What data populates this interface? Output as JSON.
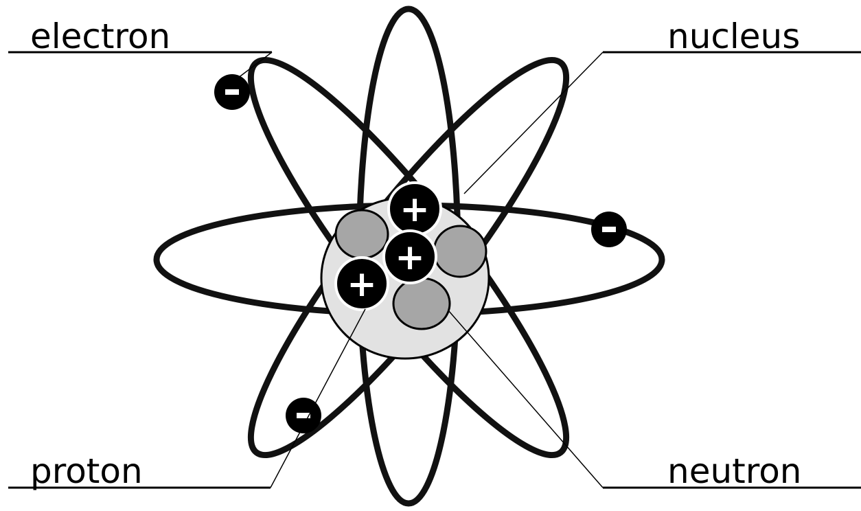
{
  "labels": {
    "electron": "electron",
    "nucleus": "nucleus",
    "proton": "proton",
    "neutron": "neutron"
  },
  "symbols": {
    "electron_charge": "−",
    "proton_charge": "+"
  },
  "colors": {
    "line": "#111111",
    "nucleus_fill": "#e2e2e2",
    "neutron_fill": "#a6a6a6",
    "proton_fill": "#000000",
    "electron_fill": "#000000",
    "charge_sign": "#ffffff"
  }
}
